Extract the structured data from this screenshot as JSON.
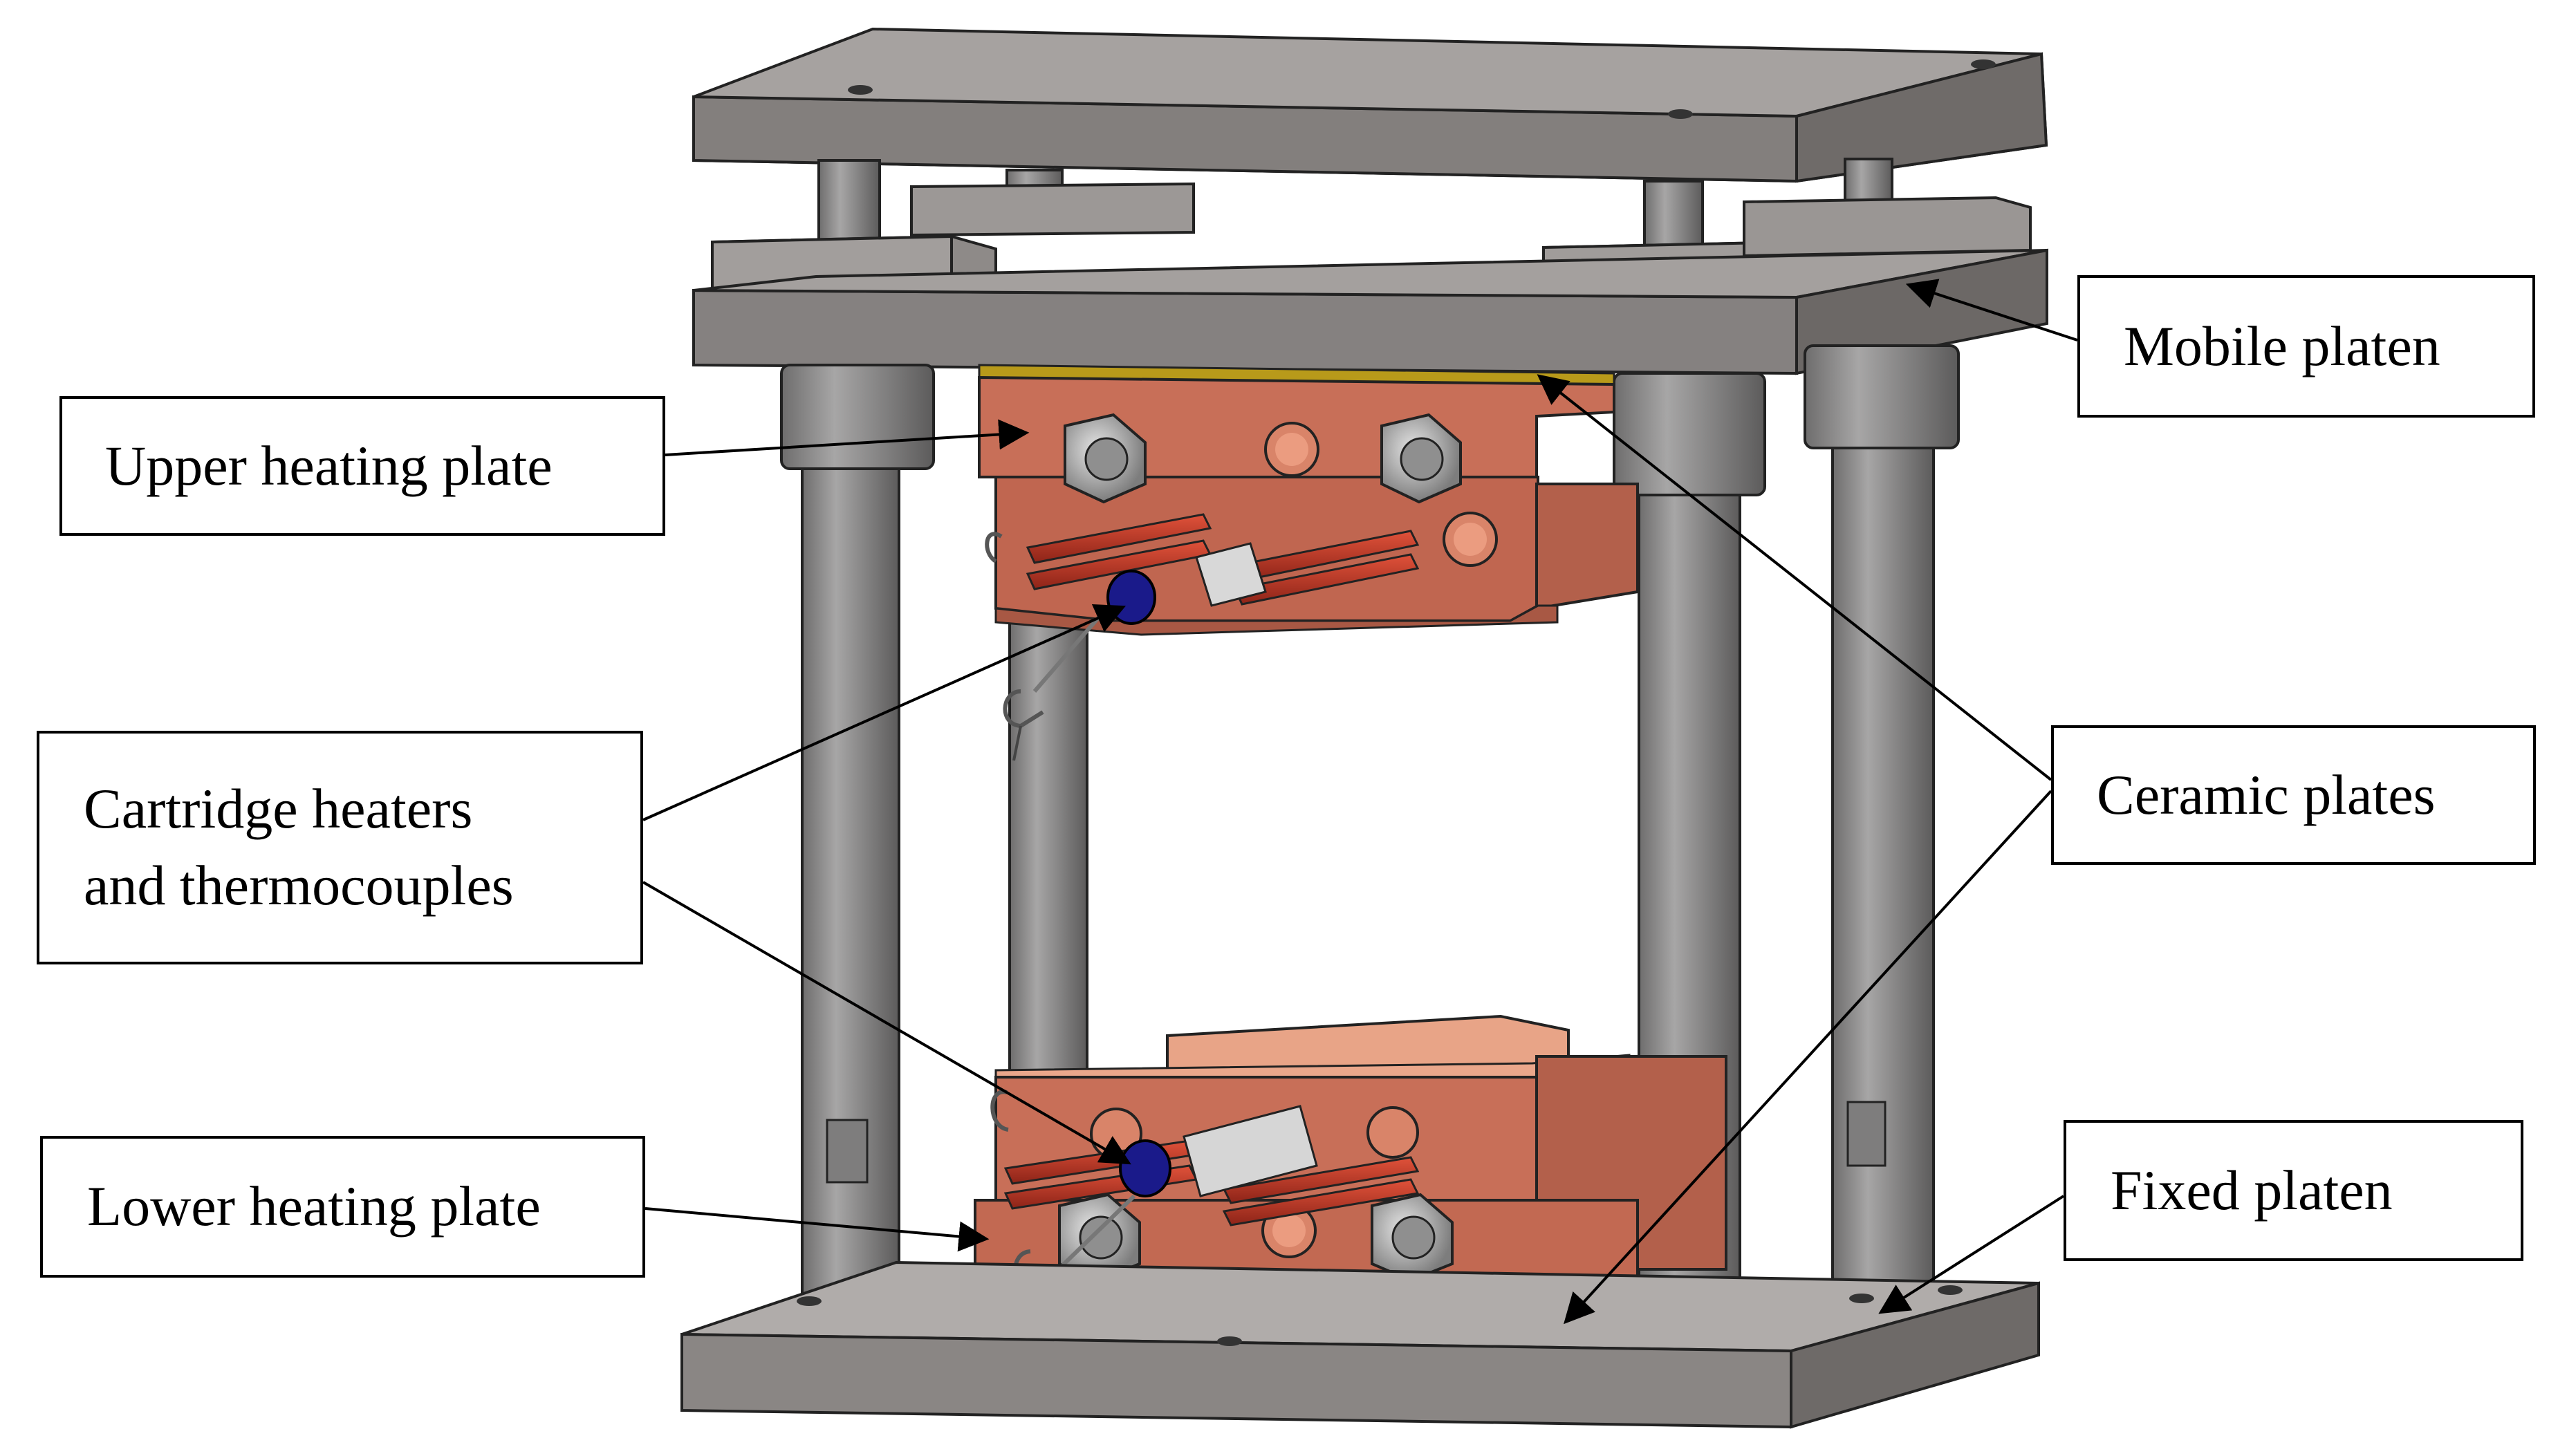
{
  "labels": {
    "upper_heating_plate": "Upper heating plate",
    "cartridge_line1": "Cartridge heaters",
    "cartridge_line2": "and thermocouples",
    "lower_heating_plate": "Lower heating plate",
    "mobile_platen": "Mobile platen",
    "ceramic_plates": "Ceramic plates",
    "fixed_platen": "Fixed platen"
  },
  "colors": {
    "platen_top": "#9a9695",
    "platen_front": "#7a7674",
    "column": "#8b8a8a",
    "copper_front": "#c86f58",
    "copper_top": "#e8a487",
    "ceramic": "#b89a1a",
    "thermocouple_ring": "#1a1a8a",
    "leader": "#000000"
  }
}
